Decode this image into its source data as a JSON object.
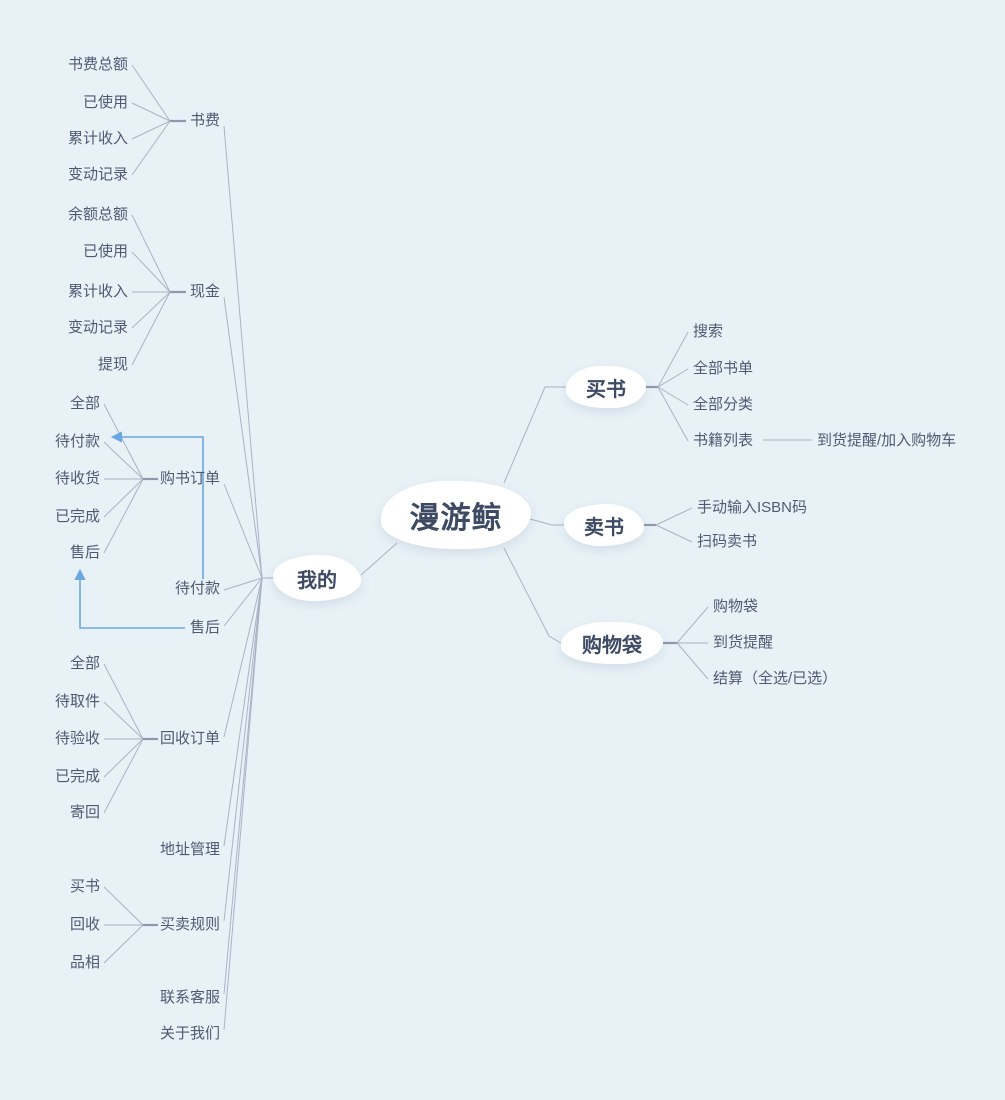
{
  "colors": {
    "background": "#e8f1f6",
    "bubble_fill": "#ffffff",
    "node_text": "#3d4a63",
    "label_text": "#4e5a73",
    "branch_line": "#a9b3c6",
    "relation_line": "#6aa8e4"
  },
  "mindmap": {
    "root": {
      "label": "漫游鲸"
    },
    "buy": {
      "label": "买书",
      "items": [
        "搜索",
        "全部书单",
        "全部分类",
        "书籍列表"
      ],
      "book_list_child": "到货提醒/加入购物车"
    },
    "sell": {
      "label": "卖书",
      "items": [
        "手动输入ISBN码",
        "扫码卖书"
      ]
    },
    "bag": {
      "label": "购物袋",
      "items": [
        "购物袋",
        "到货提醒",
        "结算（全选/已选）"
      ]
    },
    "my": {
      "label": "我的",
      "book_fee": {
        "label": "书费",
        "items": [
          "书费总额",
          "已使用",
          "累计收入",
          "变动记录"
        ]
      },
      "cash": {
        "label": "现金",
        "items": [
          "余额总额",
          "已使用",
          "累计收入",
          "变动记录",
          "提现"
        ]
      },
      "purchase_orders": {
        "label": "购书订单",
        "items": [
          "全部",
          "待付款",
          "待收货",
          "已完成",
          "售后"
        ]
      },
      "pending_payment": {
        "label": "待付款"
      },
      "aftersales": {
        "label": "售后"
      },
      "recycle_orders": {
        "label": "回收订单",
        "items": [
          "全部",
          "待取件",
          "待验收",
          "已完成",
          "寄回"
        ]
      },
      "address": {
        "label": "地址管理"
      },
      "rules": {
        "label": "买卖规则",
        "items": [
          "买书",
          "回收",
          "品相"
        ]
      },
      "support": {
        "label": "联系客服"
      },
      "about": {
        "label": "关于我们"
      }
    }
  }
}
